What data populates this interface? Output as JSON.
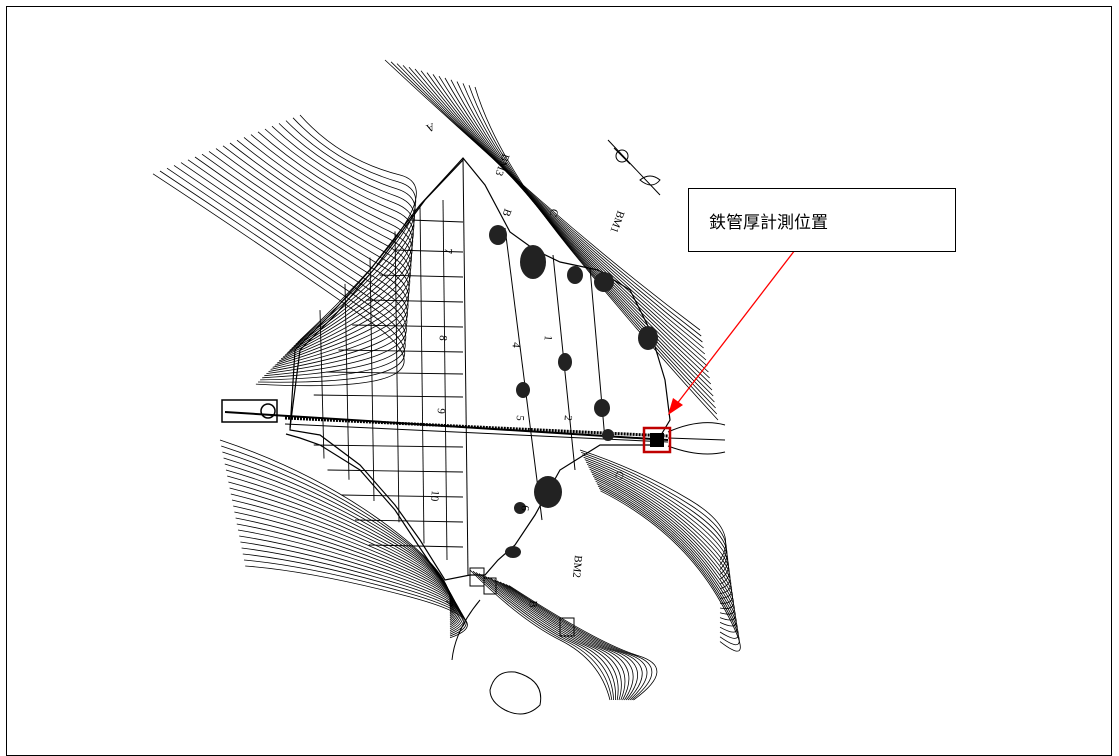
{
  "callout": {
    "text": "鉄管厚計測位置"
  },
  "labels": {
    "bm1": "BM1",
    "bm2": "BM2",
    "bm3": "BM3",
    "sec_a_top": "A",
    "sec_a_bot": "A",
    "sec_b_top": "B",
    "sec_b_bot": "B",
    "sec_c_top": "C",
    "sec_c_bot": "C",
    "n1": "1",
    "n2": "2",
    "n4": "4",
    "n5": "5",
    "n6": "6",
    "n7": "7",
    "n8": "8",
    "n9": "9",
    "n10": "10"
  },
  "colors": {
    "arrow": "#ff0000",
    "marker": "#c00000",
    "lines": "#000000"
  }
}
